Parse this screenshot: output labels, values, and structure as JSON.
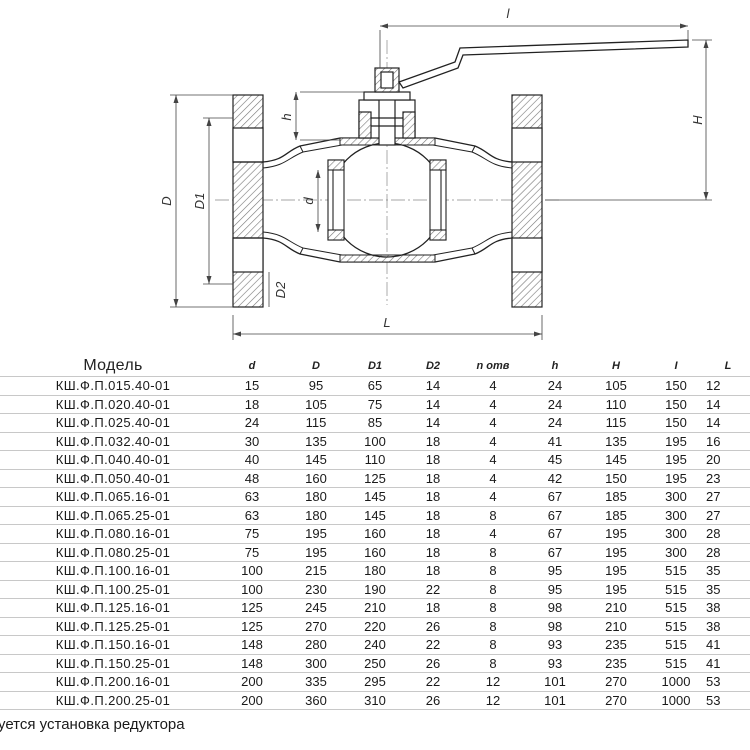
{
  "drawing": {
    "labels": {
      "l_top": "l",
      "H": "H",
      "h": "h",
      "D": "D",
      "D1": "D1",
      "d": "d",
      "D2": "D2",
      "L": "L"
    }
  },
  "table": {
    "headers": [
      "",
      "Модель",
      "d",
      "D",
      "D1",
      "D2",
      "n отв",
      "h",
      "H",
      "I",
      "L"
    ],
    "rows": [
      [
        "",
        "КШ.Ф.П.015.40-01",
        "15",
        "95",
        "65",
        "14",
        "4",
        "24",
        "105",
        "150",
        "12"
      ],
      [
        "",
        "КШ.Ф.П.020.40-01",
        "18",
        "105",
        "75",
        "14",
        "4",
        "24",
        "110",
        "150",
        "14"
      ],
      [
        "",
        "КШ.Ф.П.025.40-01",
        "24",
        "115",
        "85",
        "14",
        "4",
        "24",
        "115",
        "150",
        "14"
      ],
      [
        "",
        "КШ.Ф.П.032.40-01",
        "30",
        "135",
        "100",
        "18",
        "4",
        "41",
        "135",
        "195",
        "16"
      ],
      [
        "",
        "КШ.Ф.П.040.40-01",
        "40",
        "145",
        "110",
        "18",
        "4",
        "45",
        "145",
        "195",
        "20"
      ],
      [
        "",
        "КШ.Ф.П.050.40-01",
        "48",
        "160",
        "125",
        "18",
        "4",
        "42",
        "150",
        "195",
        "23"
      ],
      [
        "",
        "КШ.Ф.П.065.16-01",
        "63",
        "180",
        "145",
        "18",
        "4",
        "67",
        "185",
        "300",
        "27"
      ],
      [
        "",
        "КШ.Ф.П.065.25-01",
        "63",
        "180",
        "145",
        "18",
        "8",
        "67",
        "185",
        "300",
        "27"
      ],
      [
        "",
        "КШ.Ф.П.080.16-01",
        "75",
        "195",
        "160",
        "18",
        "4",
        "67",
        "195",
        "300",
        "28"
      ],
      [
        "",
        "КШ.Ф.П.080.25-01",
        "75",
        "195",
        "160",
        "18",
        "8",
        "67",
        "195",
        "300",
        "28"
      ],
      [
        "",
        "КШ.Ф.П.100.16-01",
        "100",
        "215",
        "180",
        "18",
        "8",
        "95",
        "195",
        "515",
        "35"
      ],
      [
        "",
        "КШ.Ф.П.100.25-01",
        "100",
        "230",
        "190",
        "22",
        "8",
        "95",
        "195",
        "515",
        "35"
      ],
      [
        "",
        "КШ.Ф.П.125.16-01",
        "125",
        "245",
        "210",
        "18",
        "8",
        "98",
        "210",
        "515",
        "38"
      ],
      [
        "",
        "КШ.Ф.П.125.25-01",
        "125",
        "270",
        "220",
        "26",
        "8",
        "98",
        "210",
        "515",
        "38"
      ],
      [
        "",
        "КШ.Ф.П.150.16-01",
        "148",
        "280",
        "240",
        "22",
        "8",
        "93",
        "235",
        "515",
        "41"
      ],
      [
        "",
        "КШ.Ф.П.150.25-01",
        "148",
        "300",
        "250",
        "26",
        "8",
        "93",
        "235",
        "515",
        "41"
      ],
      [
        "",
        "КШ.Ф.П.200.16-01",
        "200",
        "335",
        "295",
        "22",
        "12",
        "101",
        "270",
        "1000",
        "53"
      ],
      [
        "",
        "КШ.Ф.П.200.25-01",
        "200",
        "360",
        "310",
        "26",
        "12",
        "101",
        "270",
        "1000",
        "53"
      ]
    ]
  },
  "footnote": "уется установка редуктора"
}
